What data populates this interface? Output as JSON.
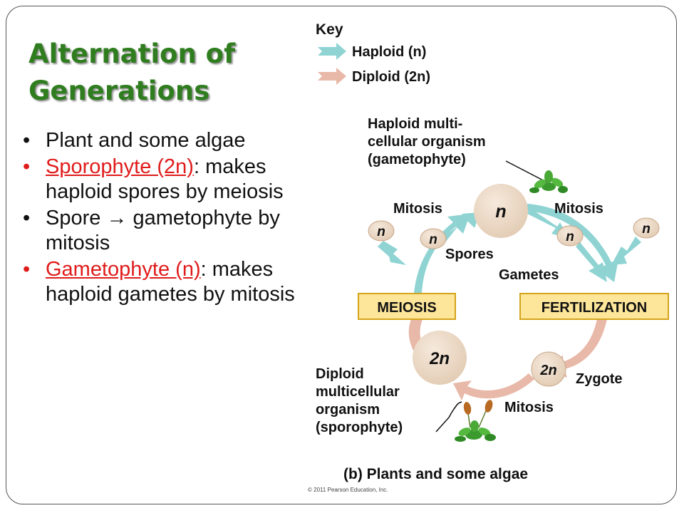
{
  "slide": {
    "title_line1": "Alternation of",
    "title_line2": "Generations",
    "bullets": [
      {
        "text": "Plant and some algae"
      },
      {
        "highlight": "Sporophyte (2n)",
        "rest": ": makes haploid spores by meiosis"
      },
      {
        "text": "Spore → gametophyte by mitosis"
      },
      {
        "highlight": "Gametophyte (n)",
        "rest": ": makes haploid gametes by mitosis"
      }
    ]
  },
  "diagram": {
    "key": {
      "title": "Key",
      "haploid": "Haploid (n)",
      "diploid": "Diploid (2n)",
      "haploid_color": "#8fd3d3",
      "diploid_color": "#e8b8a8"
    },
    "labels": {
      "gametophyte_line1": "Haploid multi-",
      "gametophyte_line2": "cellular organism",
      "gametophyte_line3": "(gametophyte)",
      "mitosis_left": "Mitosis",
      "mitosis_right": "Mitosis",
      "mitosis_bottom": "Mitosis",
      "spores": "Spores",
      "gametes": "Gametes",
      "meiosis": "MEIOSIS",
      "fertilization": "FERTILIZATION",
      "zygote": "Zygote",
      "sporophyte_line1": "Diploid",
      "sporophyte_line2": "multicellular",
      "sporophyte_line3": "organism",
      "sporophyte_line4": "(sporophyte)",
      "caption": "(b) Plants and some algae",
      "copyright": "© 2011 Pearson Education, Inc."
    },
    "cells": {
      "n": "n",
      "two_n": "2n"
    }
  }
}
